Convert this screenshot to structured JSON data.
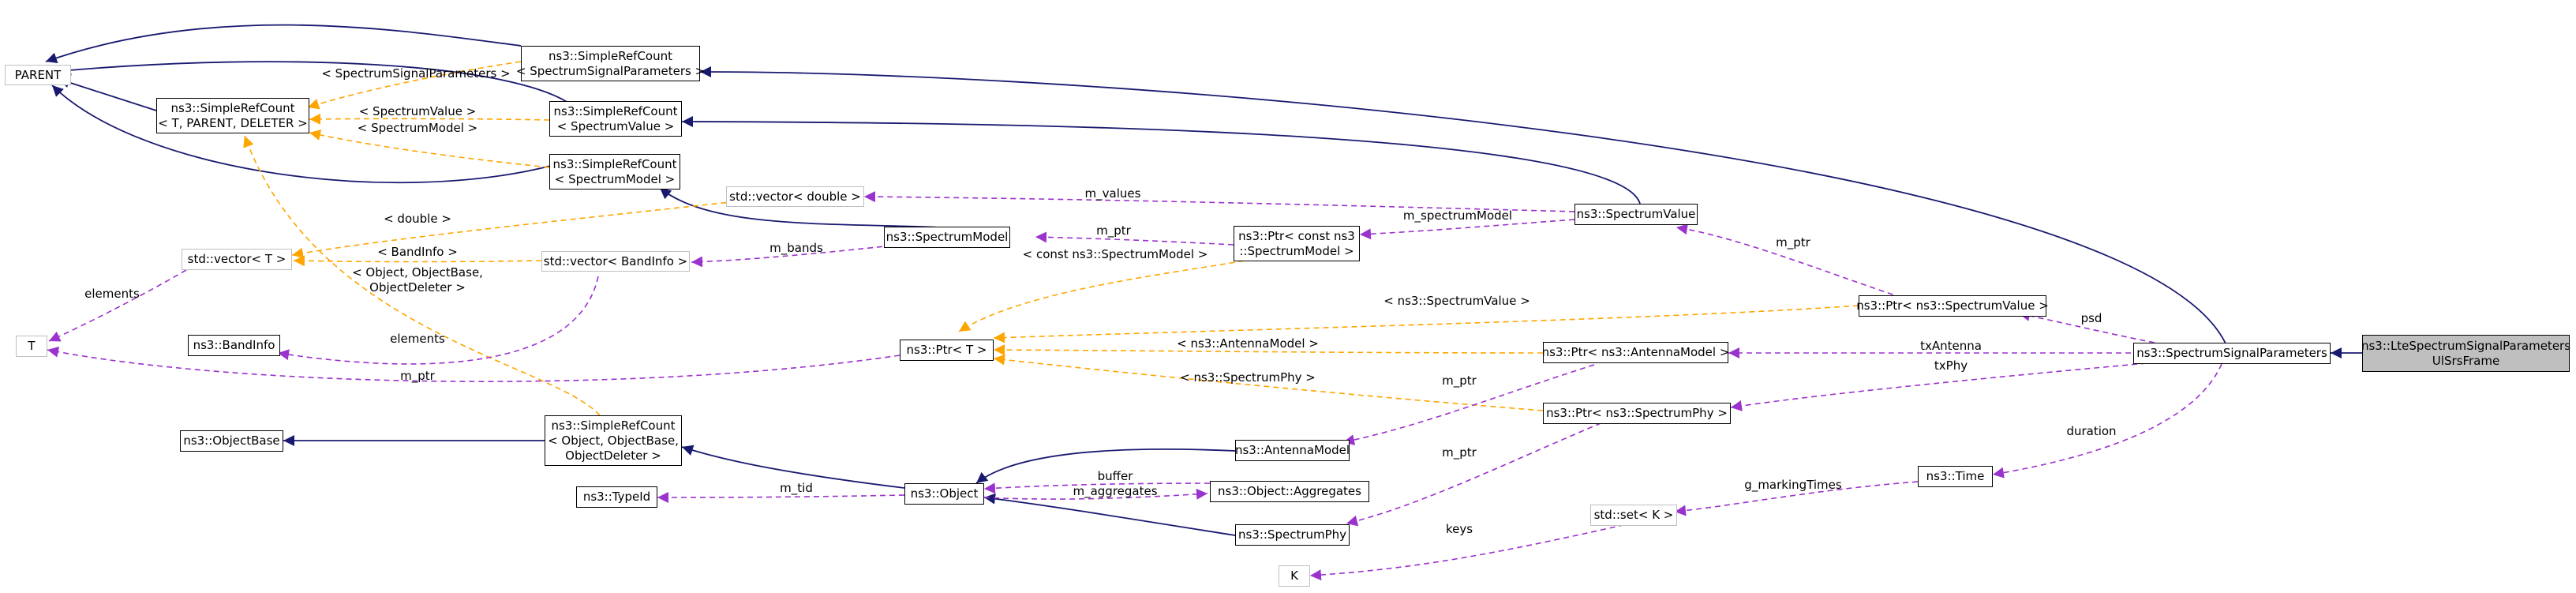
{
  "colors": {
    "inheritance": "#191970",
    "template": "#ffa500",
    "usage": "#9a32cd",
    "light_border": "#bfbfbf",
    "focus_fill": "#bfbfbf"
  },
  "nodes": {
    "parent": [
      "PARENT"
    ],
    "srcSigParams": [
      "ns3::SimpleRefCount",
      "< SpectrumSignalParameters >"
    ],
    "srcT": [
      "ns3::SimpleRefCount",
      "< T, PARENT, DELETER >"
    ],
    "srcSpecValue": [
      "ns3::SimpleRefCount",
      "< SpectrumValue >"
    ],
    "srcSpecModel": [
      "ns3::SimpleRefCount",
      "< SpectrumModel >"
    ],
    "vecDouble": [
      "std::vector< double >"
    ],
    "vecT": [
      "std::vector< T >"
    ],
    "vecBandInfo": [
      "std::vector< BandInfo >"
    ],
    "specModel": [
      "ns3::SpectrumModel"
    ],
    "ptrConstSpecModel": [
      "ns3::Ptr< const ns3",
      "::SpectrumModel >"
    ],
    "specValue": [
      "ns3::SpectrumValue"
    ],
    "T": [
      "T"
    ],
    "bandInfo": [
      "ns3::BandInfo"
    ],
    "ptrT": [
      "ns3::Ptr< T >"
    ],
    "ptrSpecValue": [
      "ns3::Ptr< ns3::SpectrumValue >"
    ],
    "ptrAntenna": [
      "ns3::Ptr< ns3::AntennaModel >"
    ],
    "ptrPhy": [
      "ns3::Ptr< ns3::SpectrumPhy >"
    ],
    "sigParams": [
      "ns3::SpectrumSignalParameters"
    ],
    "lteParams": [
      "ns3::LteSpectrumSignalParameters",
      "UlSrsFrame"
    ],
    "objectBase": [
      "ns3::ObjectBase"
    ],
    "srcObject": [
      "ns3::SimpleRefCount",
      "< Object, ObjectBase,",
      "ObjectDeleter >"
    ],
    "antennaModel": [
      "ns3::AntennaModel"
    ],
    "object": [
      "ns3::Object"
    ],
    "aggregates": [
      "ns3::Object::Aggregates"
    ],
    "typeId": [
      "ns3::TypeId"
    ],
    "specPhy": [
      "ns3::SpectrumPhy"
    ],
    "time": [
      "ns3::Time"
    ],
    "setK": [
      "std::set< K >"
    ],
    "K": [
      "K"
    ]
  },
  "edge_labels": {
    "specSigParamsTpl": "< SpectrumSignalParameters >",
    "specValueTpl": "< SpectrumValue >",
    "specModelTpl": "< SpectrumModel >",
    "mValues": "m_values",
    "mSpectrumModel": "m_spectrumModel",
    "mPtrValue": "m_ptr",
    "doubleTpl": "< double >",
    "bandInfoTpl": "< BandInfo >",
    "mBands": "m_bands",
    "mPtrModel": "m_ptr",
    "constSpecModelTpl": "< const ns3::SpectrumModel >",
    "specValuePtrTpl": "< ns3::SpectrumValue >",
    "psd": "psd",
    "elementsVecT": "elements",
    "elementsBand": "elements",
    "objectTpl": "< Object, ObjectBase,\nObjectDeleter >",
    "antennaTpl": "< ns3::AntennaModel >",
    "txAntenna": "txAntenna",
    "txPhy": "txPhy",
    "phyTpl": "< ns3::SpectrumPhy >",
    "mPtrT": "m_ptr",
    "mPtrAntenna": "m_ptr",
    "duration": "duration",
    "buffer": "buffer",
    "mAggregates": "m_aggregates",
    "mTid": "m_tid",
    "mPtrPhy": "m_ptr",
    "gMarkingTimes": "g_markingTimes",
    "keys": "keys"
  }
}
